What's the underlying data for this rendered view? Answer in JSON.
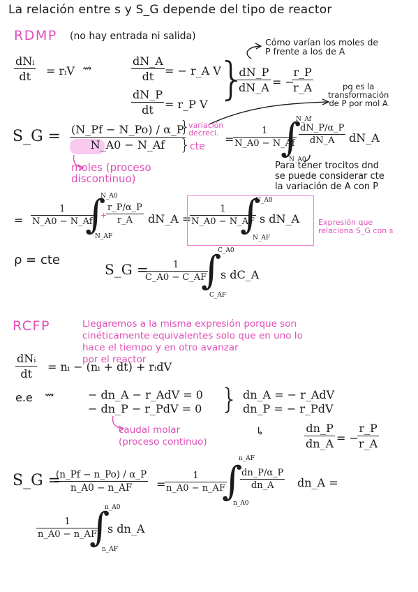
{
  "title": "La relación entre s y S_G depende del tipo de reactor",
  "rdmp": {
    "heading": "RDMP",
    "subtitle": "(no hay entrada ni salida)",
    "eq1_lhs_num": "dNᵢ",
    "eq1_lhs_den": "dt",
    "eq1_rhs": "= rᵢV",
    "eq2_num": "dN_A",
    "eq2_den": "dt",
    "eq2_rhs": "= − r_A V",
    "eq3_num": "dN_P",
    "eq3_den": "dt",
    "eq3_rhs": "= r_P V",
    "ratio_num": "dN_P",
    "ratio_den": "dN_A",
    "ratio_eq": "= −",
    "ratio_r_num": "r_P",
    "ratio_r_den": "r_A",
    "note_como": "Cómo varían los moles de\nP frente a los de A",
    "note_pq": "pq es la\ntransformación\nde P por mol A",
    "sg_label": "S_G =",
    "sg_num": "(N_Pf − N_Po) / α_P",
    "sg_den": "N_A0 − N_Af",
    "note_variacion": "variación\ndecreci.",
    "note_cte": "cte",
    "sg_eq2": "=",
    "frac1_num": "1",
    "frac1_den": "N_A0 − N_Af",
    "int1_upper": "N_Af",
    "int1_lower": "N_A0",
    "int1_num": "dN_P/α_P",
    "int1_den": "dN_A",
    "int1_tail": "dN_A",
    "note_moles": "moles (proceso\ndiscontinuo)",
    "note_trocitos": "Para tener trocitos dnd\nse puede considerar cte\nla variación de A con P",
    "line2_eq": "=",
    "line2_frac_den": "N_A0 − N_Af",
    "line2_int_upper": "N_A0",
    "line2_int_lower": "N_AF",
    "line2_plus": "+",
    "line2_num": "r_P/α_P",
    "line2_den": "r_A",
    "line2_tail": "dN_A =",
    "line2_box_den": "N_A0 − N_AF",
    "line2_box_upper": "N_A0",
    "line2_box_lower": "N_AF",
    "line2_box_body": "s dN_A",
    "note_expresion": "Expresión que\nrelaciona S_G con s",
    "rho_label": "ρ = cte",
    "sg2_label": "S_G =",
    "sg2_den": "C_A0 − C_AF",
    "sg2_upper": "C_A0",
    "sg2_lower": "C_AF",
    "sg2_body": "s dC_A"
  },
  "rcfp": {
    "heading": "RCFP",
    "note_llegaremos": "Llegaremos a la misma expresión porque son\ncinéticamente equivalentes solo que en uno lo\nhace el tiempo y en otro avanzar\npor el reactor",
    "eq1_num": "dNᵢ",
    "eq1_den": "dt",
    "eq1_rhs": "= nᵢ − (nᵢ + dt) + rᵢdV",
    "ee_label": "e.e",
    "ee_eq1": "− dn_A − r_AdV = 0",
    "ee_eq2": "− dn_P − r_PdV = 0",
    "ee_res1": "dn_A = − r_AdV",
    "ee_res2": "dn_P = − r_PdV",
    "note_caudal": "caudal molar\n(proceso continuo)",
    "ratio_num": "dn_P",
    "ratio_den": "dn_A",
    "ratio_eq": "= −",
    "ratio_r_num": "r_P",
    "ratio_r_den": "r_A",
    "sg_label": "S_G =",
    "sg_num": "(n_Pf − n_Po) / α_P",
    "sg_den": "n_A0 − n_AF",
    "sg_eq": "=",
    "frac_num": "1",
    "frac_den": "n_A0 − n_AF",
    "int_upper": "n_AF",
    "int_lower": "n_A0",
    "int_num": "dn_P/α_P",
    "int_den": "dn_A",
    "int_tail": "dn_A =",
    "last_num": "1",
    "last_den": "n_A0 − n_AF",
    "last_upper": "n_A0",
    "last_lower": "n_AF",
    "last_body": "s dn_A"
  },
  "colors": {
    "ink": "#1b1b1b",
    "accent_pink": "#e04fb8",
    "highlight": "#f9c9ef",
    "box": "#ee7fd0"
  }
}
